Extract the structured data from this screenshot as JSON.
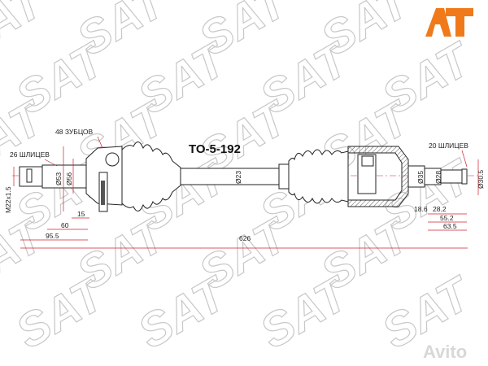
{
  "watermark": "SAT",
  "part_number": "TO-5-192",
  "labels": {
    "teeth_48": "48 ЗУБЦОВ",
    "splines_26": "26 ШЛИЦЕВ",
    "splines_20": "20 ШЛИЦЕВ",
    "thread": "M22x1.5",
    "d53": "Ø53",
    "d56": "Ø56",
    "d23": "Ø23",
    "d35": "Ø35",
    "d28": "Ø28",
    "d30_5": "Ø30.5",
    "len_15": "15",
    "len_60": "60",
    "len_95_5": "95.5",
    "len_626": "626",
    "len_18_6": "18.6",
    "len_28_2": "28.2",
    "len_55_2": "55.2",
    "len_63_5": "63.5"
  },
  "logo": {
    "text": "AT",
    "color": "#f07a1a"
  },
  "avito_watermark": "Avito",
  "colors": {
    "dimension": "#d02030",
    "outline": "#222222",
    "watermark": "#c8c8c8"
  }
}
